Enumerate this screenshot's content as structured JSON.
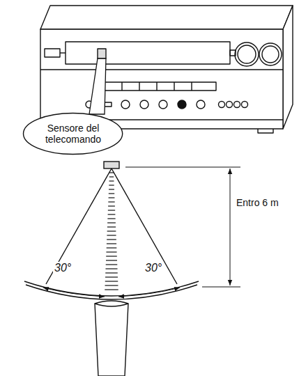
{
  "diagram": {
    "nodes": [
      {
        "text": [
          "Sensore del telecomando"
        ]
      }
    ],
    "labels": [
      "Entro 6 m",
      "30°",
      "30°"
    ]
  }
}
